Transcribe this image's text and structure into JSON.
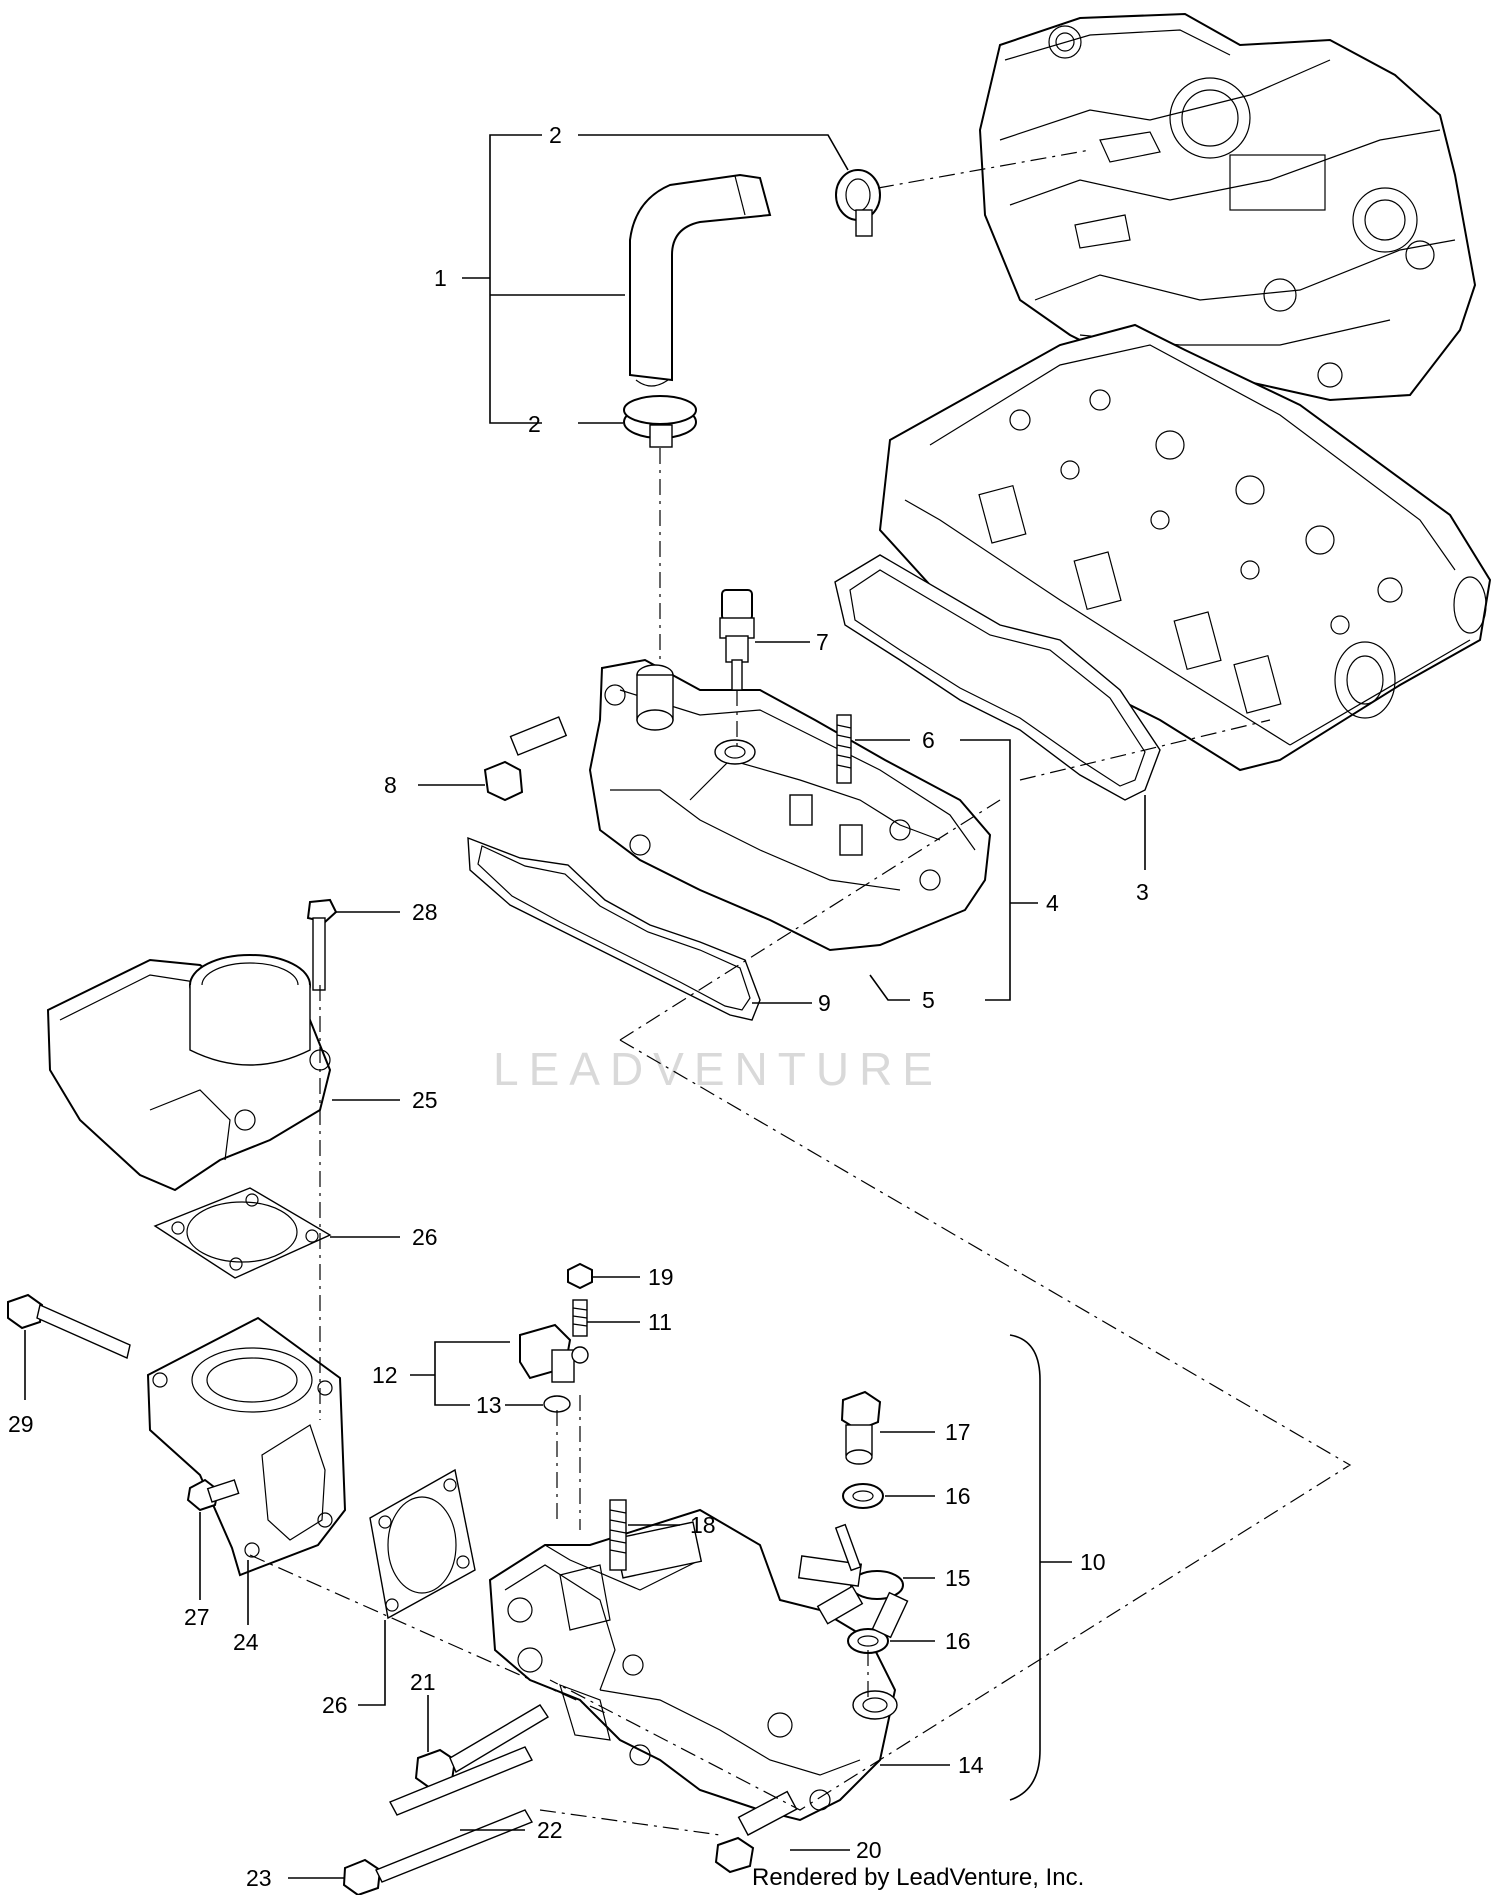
{
  "watermark": "LEADVENTURE",
  "credit": "Rendered by LeadVenture, Inc.",
  "callouts": [
    {
      "id": "c1",
      "label": "1"
    },
    {
      "id": "c2a",
      "label": "2"
    },
    {
      "id": "c2b",
      "label": "2"
    },
    {
      "id": "c3",
      "label": "3"
    },
    {
      "id": "c4",
      "label": "4"
    },
    {
      "id": "c5",
      "label": "5"
    },
    {
      "id": "c6",
      "label": "6"
    },
    {
      "id": "c7",
      "label": "7"
    },
    {
      "id": "c8",
      "label": "8"
    },
    {
      "id": "c9",
      "label": "9"
    },
    {
      "id": "c10",
      "label": "10"
    },
    {
      "id": "c11",
      "label": "11"
    },
    {
      "id": "c12",
      "label": "12"
    },
    {
      "id": "c13",
      "label": "13"
    },
    {
      "id": "c14",
      "label": "14"
    },
    {
      "id": "c15",
      "label": "15"
    },
    {
      "id": "c16a",
      "label": "16"
    },
    {
      "id": "c16b",
      "label": "16"
    },
    {
      "id": "c17",
      "label": "17"
    },
    {
      "id": "c18",
      "label": "18"
    },
    {
      "id": "c19",
      "label": "19"
    },
    {
      "id": "c20",
      "label": "20"
    },
    {
      "id": "c21",
      "label": "21"
    },
    {
      "id": "c22",
      "label": "22"
    },
    {
      "id": "c23",
      "label": "23"
    },
    {
      "id": "c24",
      "label": "24"
    },
    {
      "id": "c25",
      "label": "25"
    },
    {
      "id": "c26a",
      "label": "26"
    },
    {
      "id": "c26b",
      "label": "26"
    },
    {
      "id": "c27",
      "label": "27"
    },
    {
      "id": "c28",
      "label": "28"
    },
    {
      "id": "c29",
      "label": "29"
    }
  ]
}
